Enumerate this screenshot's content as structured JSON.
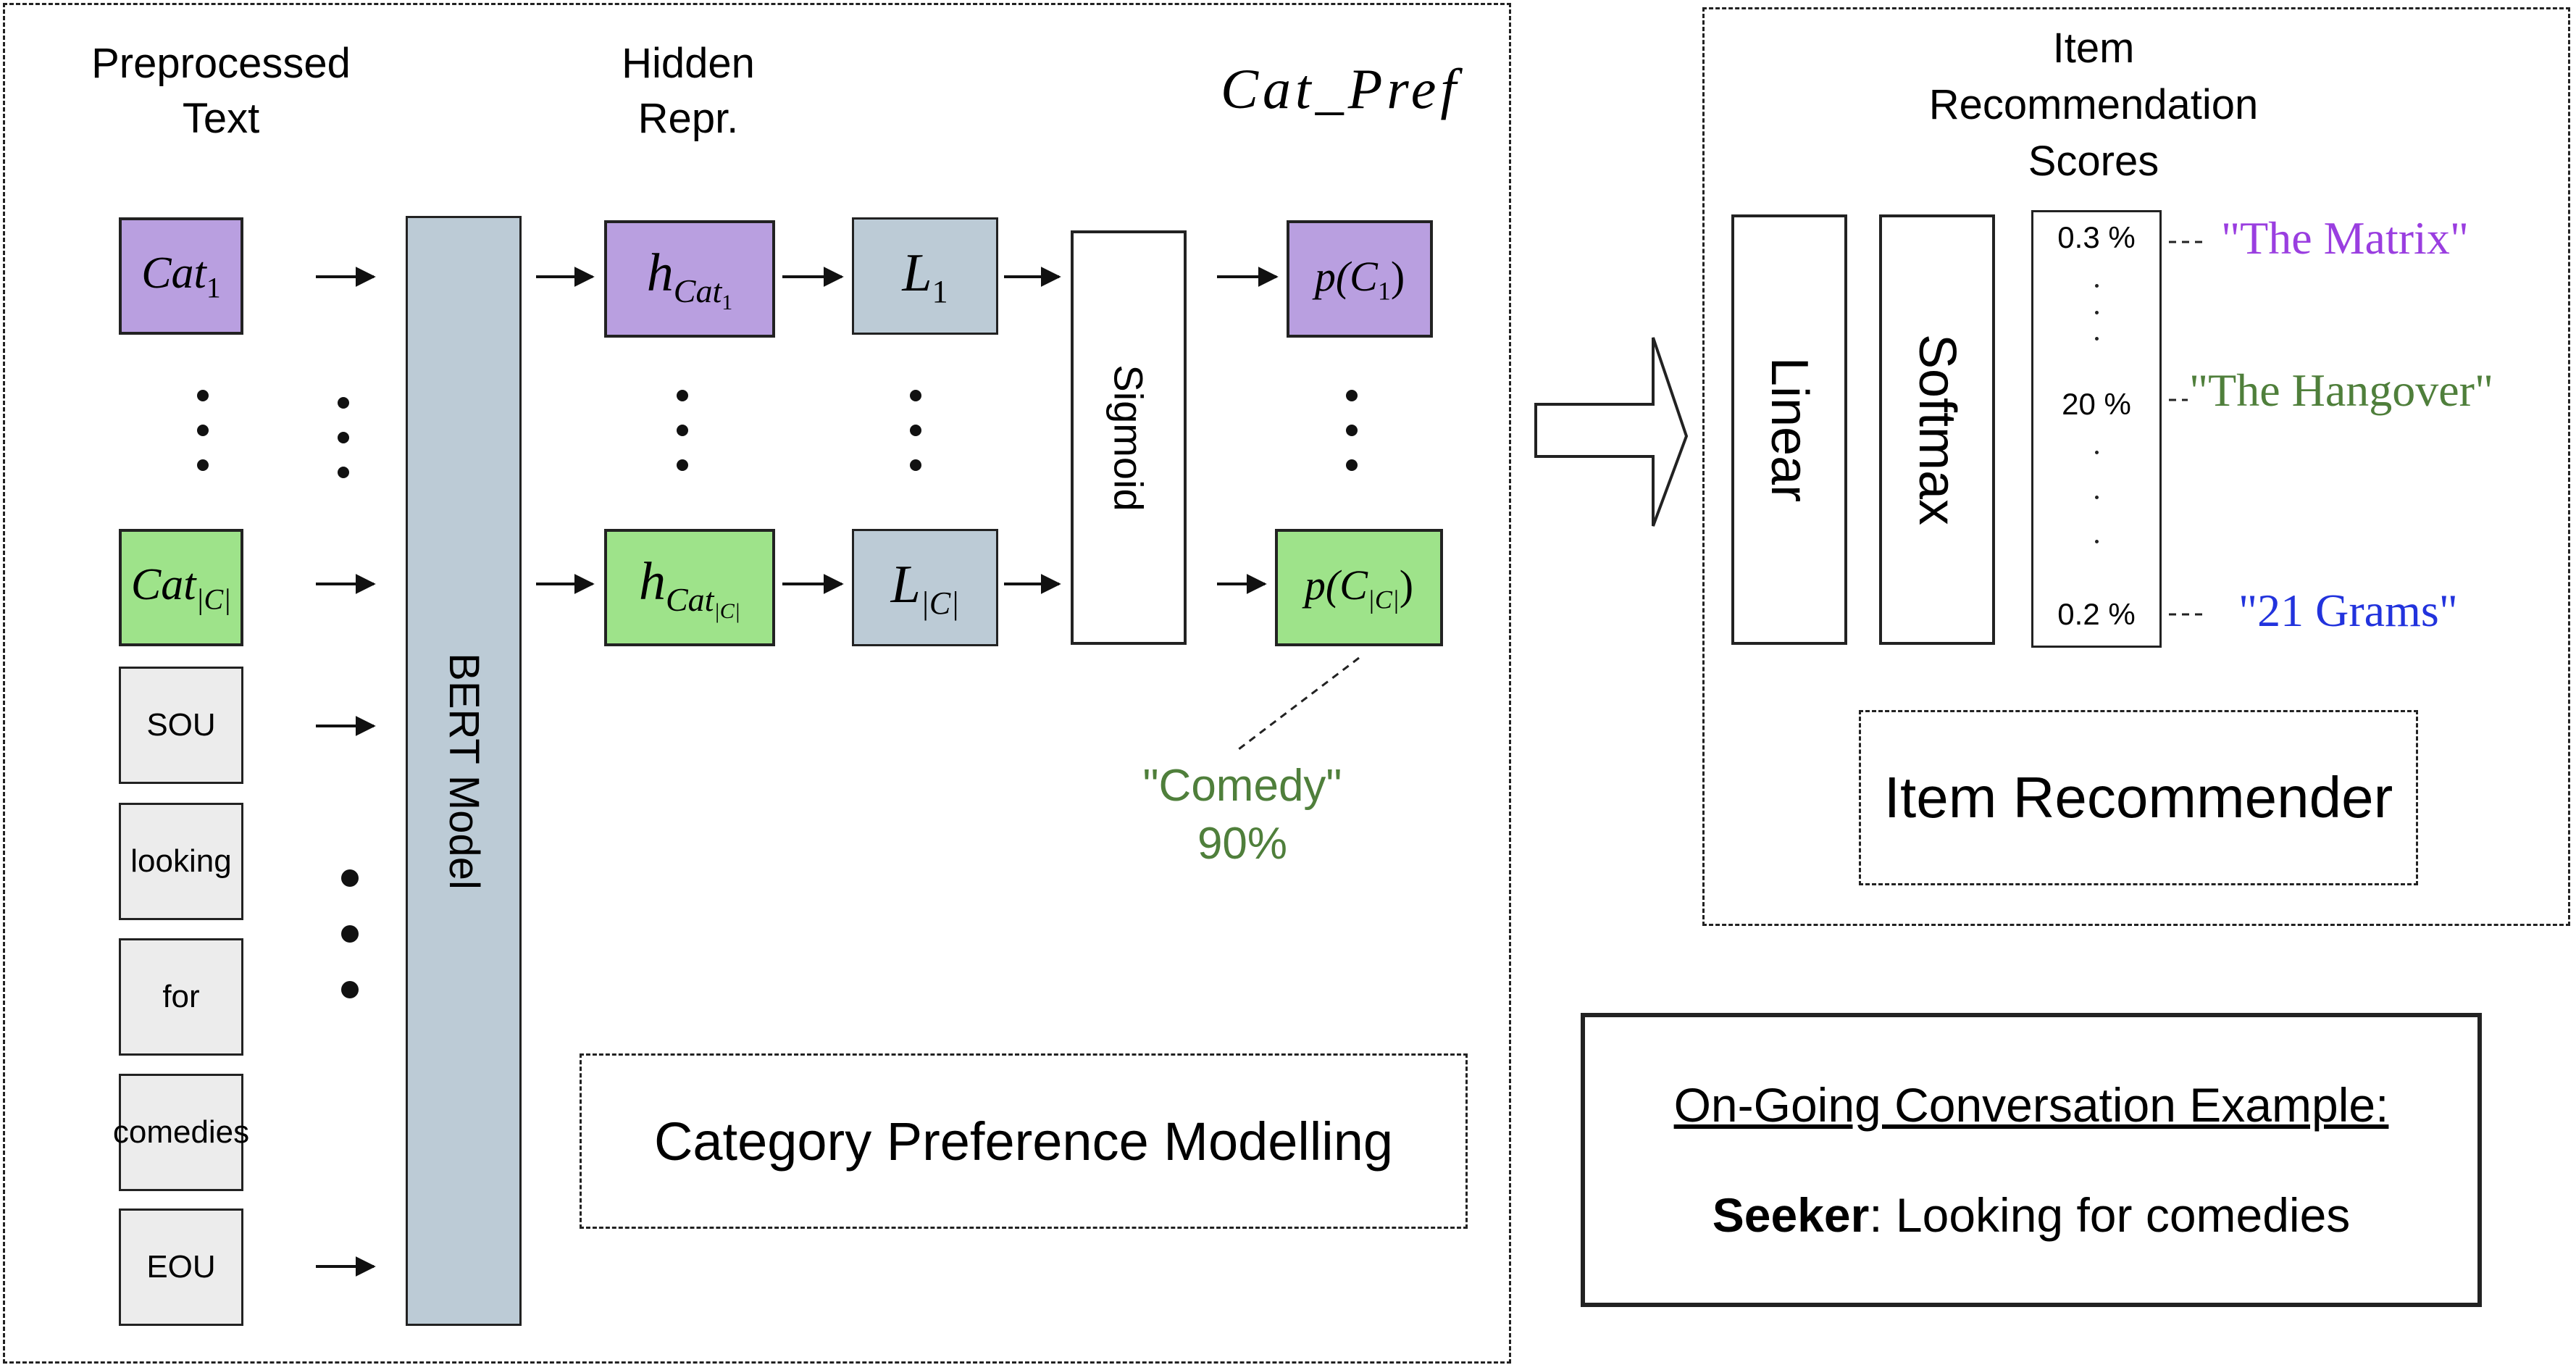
{
  "section_headers": {
    "preprocessed_text": "Preprocessed Text",
    "hidden_repr": "Hidden Repr.",
    "cat_pref_math": "Cat_Pref",
    "item_scores": "Item Recommendation Scores"
  },
  "input_column": {
    "cat_first": {
      "base": "Cat",
      "sub": "1"
    },
    "cat_last": {
      "base": "Cat",
      "sub": "|C|"
    },
    "tokens": [
      "SOU",
      "looking",
      "for",
      "comedies",
      "EOU"
    ]
  },
  "bert_label": "BERT Model",
  "hidden_column": {
    "h_first": {
      "base": "h",
      "sub": "Cat",
      "subsub": "1"
    },
    "h_last": {
      "base": "h",
      "sub": "Cat",
      "subsub": "|C|"
    }
  },
  "linear_column": {
    "l_first": {
      "base": "L",
      "sub": "1"
    },
    "l_last": {
      "base": "L",
      "sub": "|C|"
    }
  },
  "sigmoid_label": "Sigmoid",
  "prob_column": {
    "p_first": "p(C",
    "p_first_sub": "1",
    "p_last": "p(C",
    "p_last_sub": "|C|",
    "close_paren": ")"
  },
  "comedy_annotation": {
    "line1": "\"Comedy\"",
    "line2": "90%"
  },
  "category_module_label": "Category Preference Modelling",
  "recommender": {
    "linear_label": "Linear",
    "softmax_label": "Softmax",
    "scores": [
      "0.3 %",
      "20 %",
      "0.2 %"
    ],
    "items": [
      "\"The Matrix\"",
      "\"The Hangover\"",
      "\"21 Grams\""
    ],
    "module_label": "Item Recommender"
  },
  "conversation": {
    "title": "On-Going Conversation Example:",
    "speaker": "Seeker",
    "utterance": ": Looking for comedies"
  },
  "colors": {
    "purple_fill": "#b99fe0",
    "green_fill": "#9ee38a",
    "steel_fill": "#bccbd6",
    "gray_fill": "#ececec",
    "comedy_green": "#4f7f3b",
    "matrix_purple": "#9a3ee0",
    "hangover_green": "#4f7f3b",
    "grams_blue": "#2233dd"
  }
}
